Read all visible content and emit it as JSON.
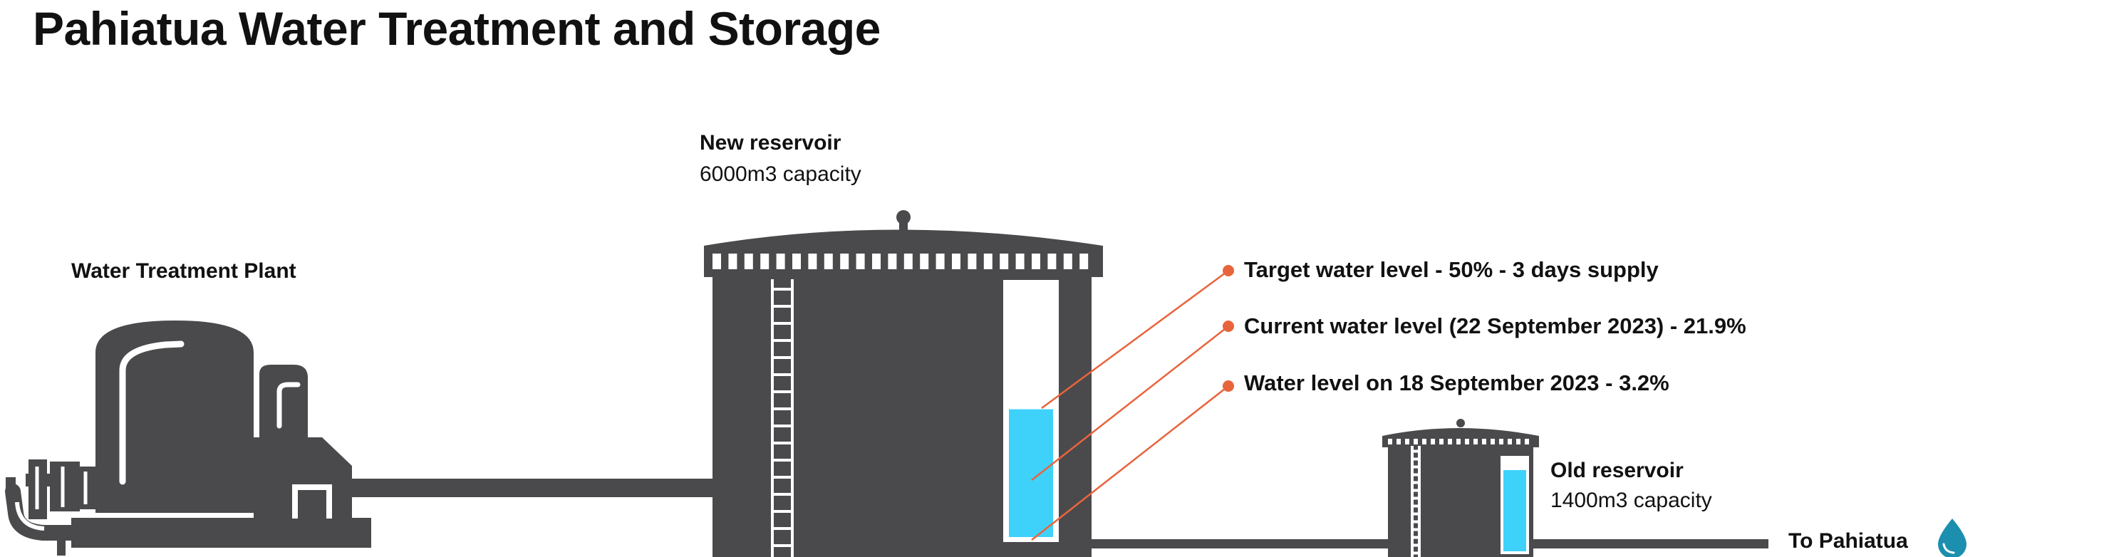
{
  "title": "Pahiatua Water Treatment and Storage",
  "labels": {
    "treatment_plant": "Water Treatment Plant",
    "new_reservoir": {
      "name": "New reservoir",
      "capacity": "6000m3 capacity"
    },
    "old_reservoir": {
      "name": "Old reservoir",
      "capacity": "1400m3 capacity"
    },
    "destination": "To Pahiatua"
  },
  "water_levels": {
    "target": {
      "text": "Target water level - 50% - 3 days supply",
      "percent": 50
    },
    "current": {
      "text": "Current water level (22 September 2023) - 21.9%",
      "percent": 21.9
    },
    "previous": {
      "text": "Water level on 18 September 2023 - 3.2%",
      "percent": 3.2
    }
  },
  "colors": {
    "structure": "#4a4a4c",
    "water": "#3ed2fb",
    "leader_line": "#e8643c",
    "drop": "#1d8fae",
    "text": "#111111"
  },
  "icons": [
    "ladder-icon",
    "water-drop-icon"
  ]
}
